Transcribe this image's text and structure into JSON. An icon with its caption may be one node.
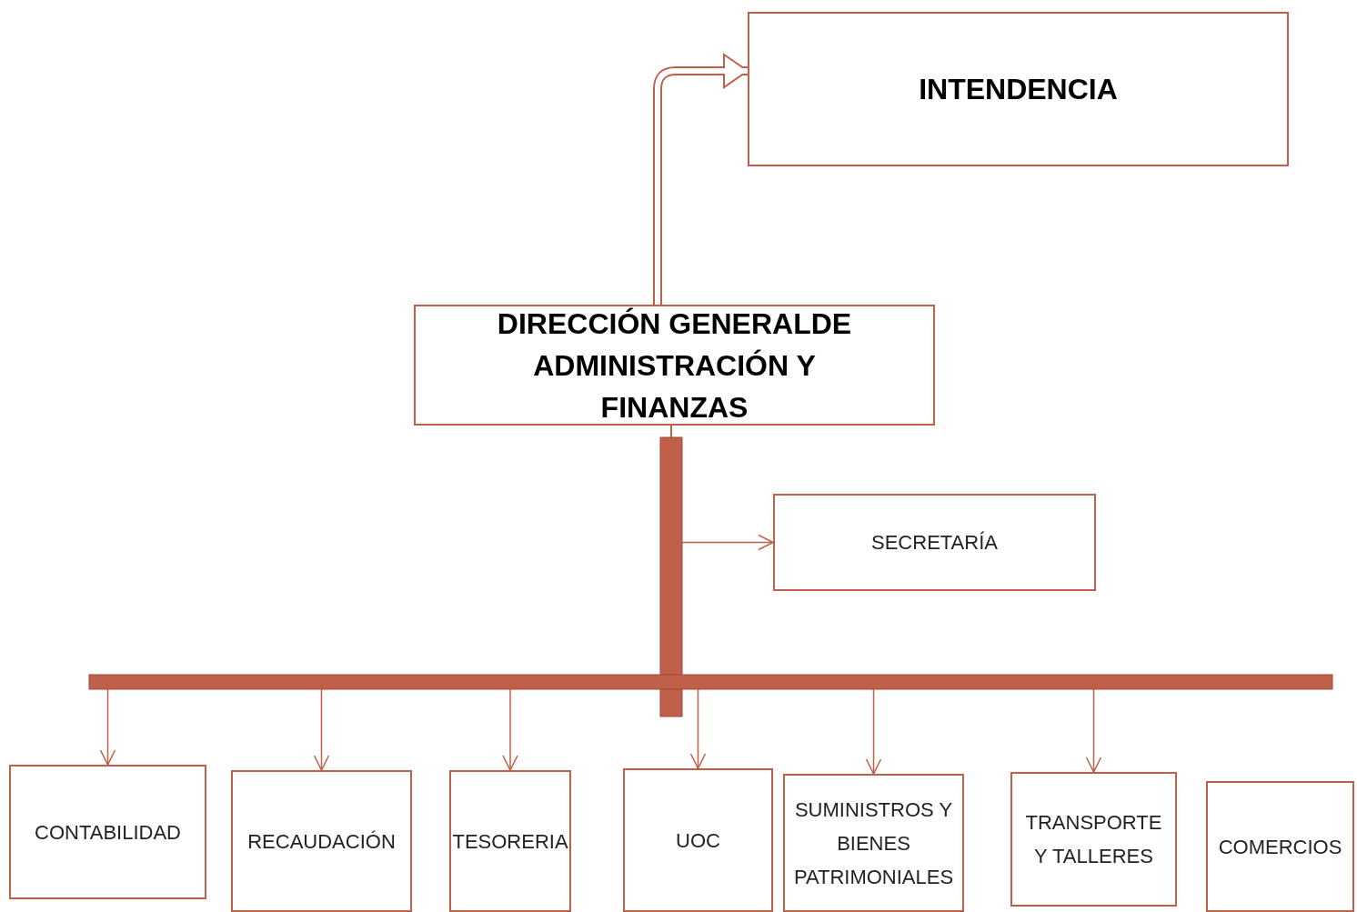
{
  "diagram": {
    "nodes": [
      {
        "text": [
          "DIRECCIÓN GENERALDE ADMINISTRACIÓN Y FINANZAS"
        ]
      },
      {
        "text": [
          "INTENDENCIA"
        ]
      },
      {
        "text": [
          "SECRETARÍA"
        ]
      },
      {
        "text": [
          "CONTABILIDAD"
        ]
      },
      {
        "text": [
          "RECAUDACIÓN"
        ]
      },
      {
        "text": [
          "TESORERIA"
        ]
      },
      {
        "text": [
          "UOC"
        ]
      },
      {
        "text": [
          "SUMINISTROS Y BIENES PATRIMONIALES"
        ]
      },
      {
        "text": [
          "TRANSPORTE Y TALLERES"
        ]
      },
      {
        "text": [
          "COMERCIOS"
        ]
      }
    ],
    "edges": [
      {
        "from": 0,
        "to": 1,
        "arrow": "to",
        "style": "thick"
      },
      {
        "from": 0,
        "to": 2,
        "arrow": "to"
      },
      {
        "from": 0,
        "to": 3,
        "arrow": "to"
      },
      {
        "from": 0,
        "to": 4,
        "arrow": "to"
      },
      {
        "from": 0,
        "to": 5,
        "arrow": "to"
      },
      {
        "from": 0,
        "to": 6,
        "arrow": "to"
      },
      {
        "from": 0,
        "to": 7,
        "arrow": "to"
      },
      {
        "from": 0,
        "to": 8,
        "arrow": "to"
      }
    ]
  }
}
